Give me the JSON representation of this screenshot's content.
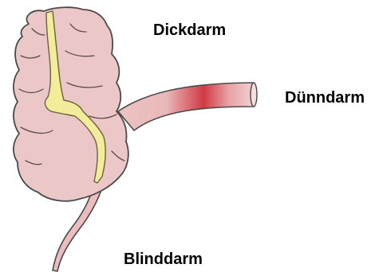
{
  "labels": {
    "dickdarm": "Dickdarm",
    "duenndarm": "Dünndarm",
    "blinddarm": "Blinddarm"
  },
  "colors": {
    "colon_fill": "#ecc7c7",
    "colon_outline": "#4a4a4a",
    "taenia_band": "#f3ec9a",
    "small_intestine_fill": "#f1d3d2",
    "small_intestine_highlight": "#d13a45",
    "appendix_fill": "#ebbdbe",
    "label_text": "#000000"
  }
}
